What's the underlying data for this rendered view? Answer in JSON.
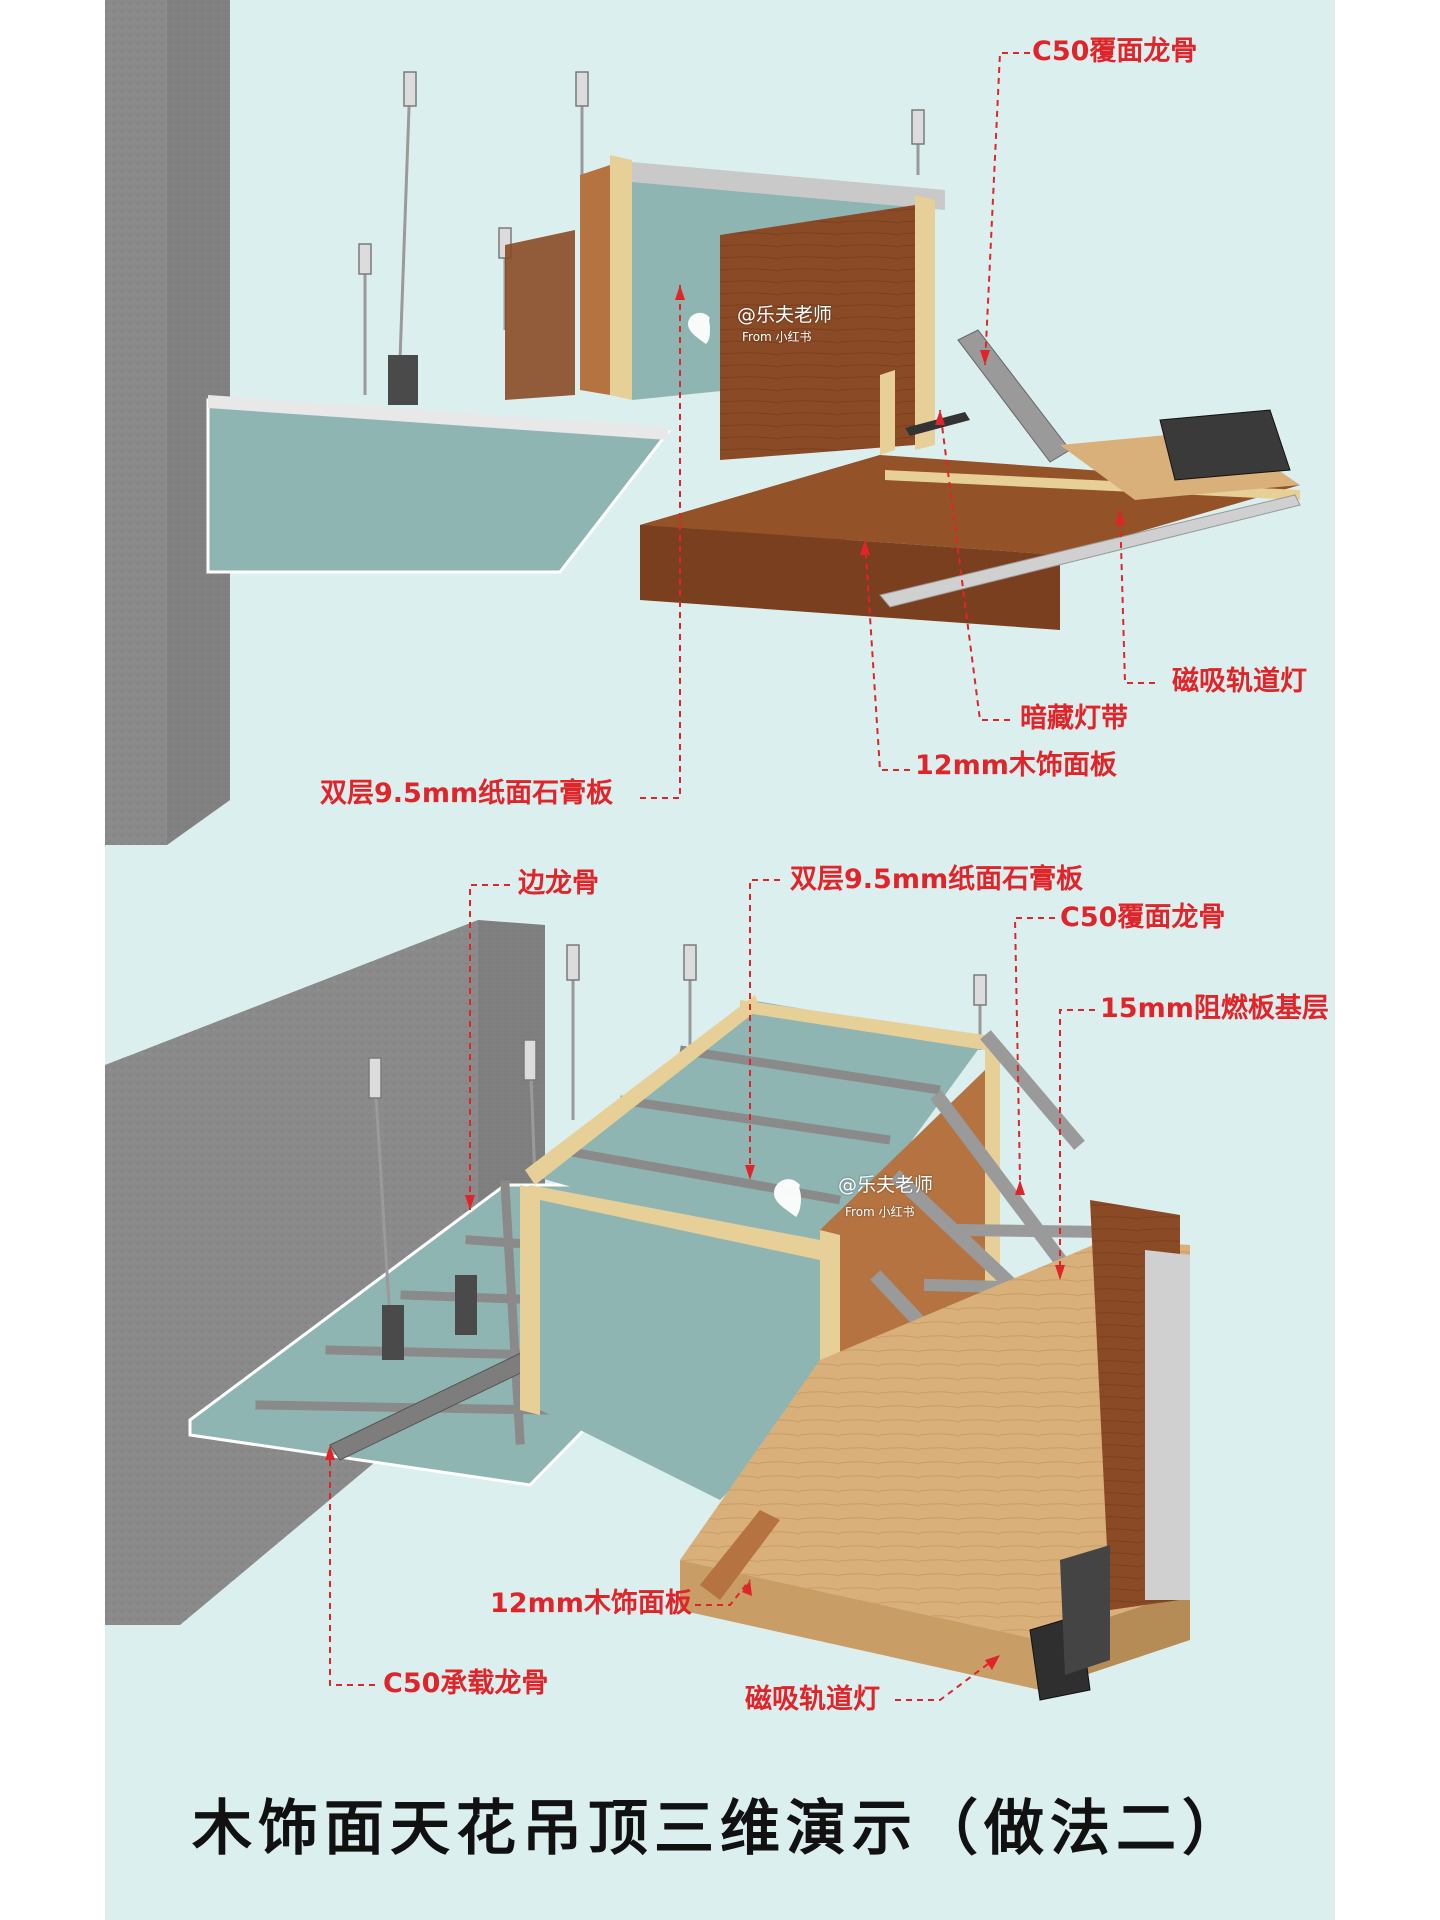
{
  "title": "木饰面天花吊顶三维演示（做法二）",
  "watermark": {
    "handle": "@乐夫老师",
    "source": "From 小红书"
  },
  "top_labels": {
    "c50_cover": "C50覆面龙骨",
    "magnetic_track": "磁吸轨道灯",
    "hidden_strip": "暗藏灯带",
    "wood_panel": "12mm木饰面板",
    "gypsum": "双层9.5mm纸面石膏板"
  },
  "bottom_labels": {
    "edge_keel": "边龙骨",
    "gypsum": "双层9.5mm纸面石膏板",
    "c50_cover": "C50覆面龙骨",
    "fire_board": "15mm阻燃板基层",
    "wood_panel": "12mm木饰面板",
    "c50_bearing": "C50承载龙骨",
    "magnetic_track": "磁吸轨道灯"
  },
  "colors": {
    "label": "#e0252a",
    "background": "#dcefef"
  }
}
